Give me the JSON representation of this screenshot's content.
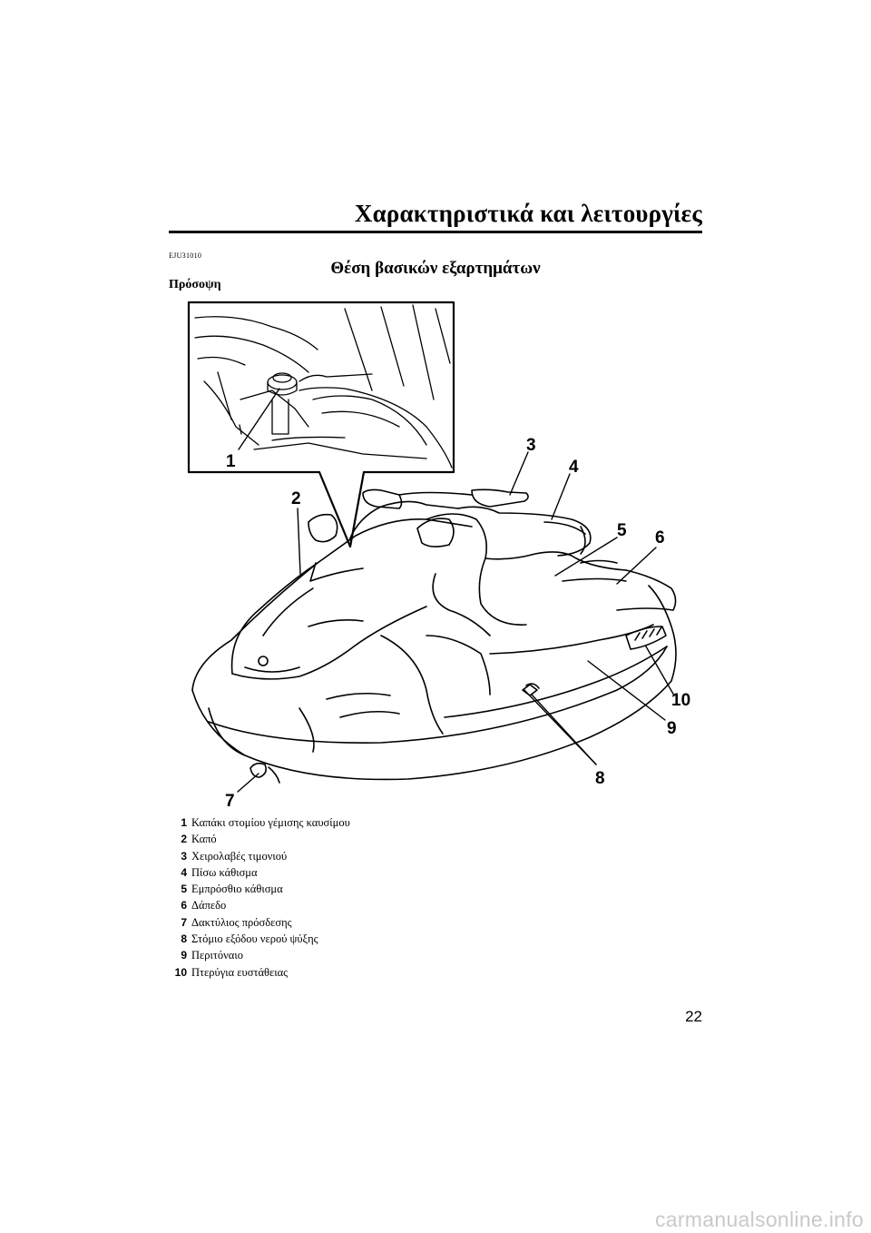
{
  "header": {
    "title": "Χαρακτηριστικά και λειτουργίες"
  },
  "section": {
    "code": "EJU31010",
    "title": "Θέση βασικών εξαρτημάτων",
    "subheading": "Πρόσοψη"
  },
  "figure": {
    "callouts": [
      "1",
      "2",
      "3",
      "4",
      "5",
      "6",
      "7",
      "8",
      "9",
      "10"
    ]
  },
  "legend": [
    {
      "num": "1",
      "label": "Καπάκι στομίου γέμισης καυσίμου"
    },
    {
      "num": "2",
      "label": "Καπό"
    },
    {
      "num": "3",
      "label": "Χειρολαβές τιμονιού"
    },
    {
      "num": "4",
      "label": "Πίσω κάθισμα"
    },
    {
      "num": "5",
      "label": "Εμπρόσθιο κάθισμα"
    },
    {
      "num": "6",
      "label": "Δάπεδο"
    },
    {
      "num": "7",
      "label": "Δακτύλιος πρόσδεσης"
    },
    {
      "num": "8",
      "label": "Στόμιο εξόδου νερού ψύξης"
    },
    {
      "num": "9",
      "label": "Περιτόναιο"
    },
    {
      "num": "10",
      "label": "Πτερύγια ευστάθειας"
    }
  ],
  "page_number": "22",
  "watermark": "carmanualsonline.info"
}
